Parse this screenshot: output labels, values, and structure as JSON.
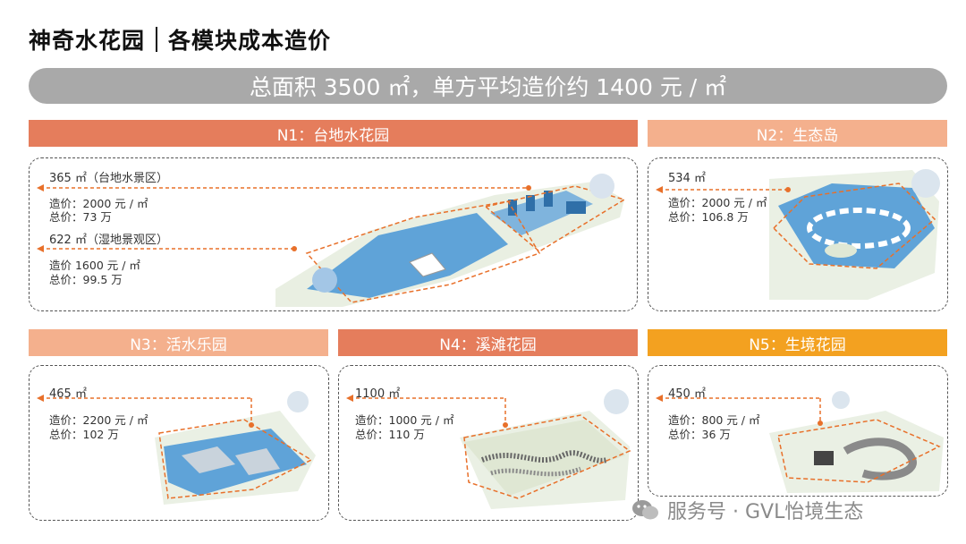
{
  "header": {
    "title": "神奇水花园",
    "subtitle": "各模块成本造价"
  },
  "summary": "总面积 3500 ㎡，单方平均造价约 1400 元 / ㎡",
  "colors": {
    "orange_dark": "#e57d5c",
    "orange_light": "#f4b08d",
    "orange_gold": "#f3a120",
    "gray_bar": "#a9a9a9",
    "pointer": "#e8702a"
  },
  "sections": {
    "n1": {
      "title": "N1：台地水花园",
      "zone1": {
        "area": "365 ㎡（台地水景区）",
        "price": "造价：2000 元 / ㎡",
        "total": "总价：73 万"
      },
      "zone2": {
        "area": "622 ㎡（湿地景观区）",
        "price": "造价 1600 元 / ㎡",
        "total": "总价：99.5 万"
      }
    },
    "n2": {
      "title": "N2：生态岛",
      "area": "534 ㎡",
      "price": "造价：2000 元 / ㎡",
      "total": "总价：106.8 万"
    },
    "n3": {
      "title": "N3：活水乐园",
      "area": "465 ㎡",
      "price": "造价：2200 元 / ㎡",
      "total": "总价：102 万"
    },
    "n4": {
      "title": "N4：溪滩花园",
      "area": "1100 ㎡",
      "price": "造价：1000 元 / ㎡",
      "total": "总价：110 万"
    },
    "n5": {
      "title": "N5：生境花园",
      "area": "450 ㎡",
      "price": "造价：800 元 / ㎡",
      "total": "总价：36 万"
    }
  },
  "watermark": "服务号 · GVL怡境生态"
}
